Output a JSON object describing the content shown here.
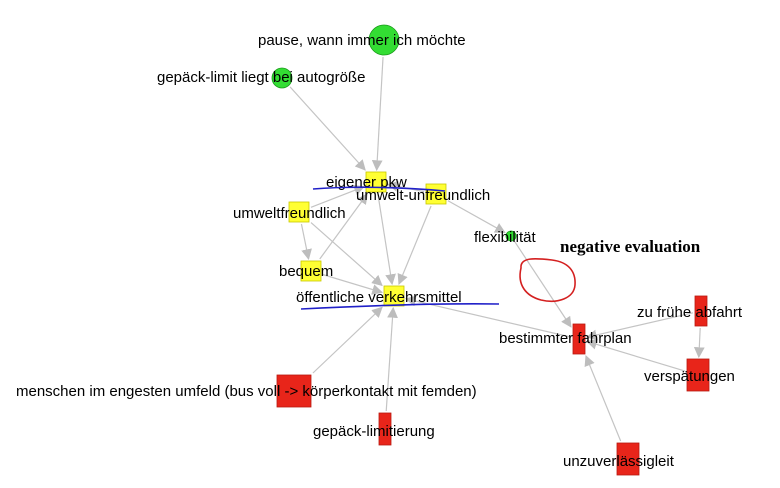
{
  "diagram": {
    "colors": {
      "positive": "#33dd33",
      "neutral": "#ffff33",
      "negative": "#e8251a",
      "edge": "#c4c4c4",
      "underline": "#2020c8",
      "annotation": "#d42020"
    },
    "nodes": [
      {
        "id": "pause",
        "label": "pause, wann immer ich möchte",
        "shape": "circle",
        "color": "positive"
      },
      {
        "id": "gepaeck_limit",
        "label": "gepäck-limit liegt bei autogröße",
        "shape": "circle",
        "color": "positive"
      },
      {
        "id": "eigener_pkw",
        "label": "eigener pkw",
        "shape": "square",
        "color": "neutral"
      },
      {
        "id": "umwelt_unfreundlich",
        "label": "umwelt-unfreundlich",
        "shape": "square",
        "color": "neutral"
      },
      {
        "id": "umweltfreundlich",
        "label": "umweltfreundlich",
        "shape": "square",
        "color": "neutral"
      },
      {
        "id": "flexibilitaet",
        "label": "flexibilität",
        "shape": "circle",
        "color": "positive"
      },
      {
        "id": "bequem",
        "label": "bequem",
        "shape": "square",
        "color": "neutral"
      },
      {
        "id": "oeffentliche",
        "label": "öffentliche verkehrsmittel",
        "shape": "square",
        "color": "neutral"
      },
      {
        "id": "zu_fruehe",
        "label": "zu frühe abfahrt",
        "shape": "rect",
        "color": "negative"
      },
      {
        "id": "bestimmter",
        "label": "bestimmter fahrplan",
        "shape": "rect",
        "color": "negative"
      },
      {
        "id": "verspaetungen",
        "label": "verspätungen",
        "shape": "rect",
        "color": "negative"
      },
      {
        "id": "menschen",
        "label": "menschen im engesten umfeld (bus voll -> körperkontakt mit femden)",
        "shape": "rect",
        "color": "negative"
      },
      {
        "id": "gepaeck_limitierung",
        "label": "gepäck-limitierung",
        "shape": "rect",
        "color": "negative"
      },
      {
        "id": "unzuverlaessig",
        "label": "unzuverlässigleit",
        "shape": "rect",
        "color": "negative"
      }
    ],
    "edges": [
      {
        "from": "pause",
        "to": "eigener_pkw"
      },
      {
        "from": "gepaeck_limit",
        "to": "eigener_pkw"
      },
      {
        "from": "umweltfreundlich",
        "to": "eigener_pkw"
      },
      {
        "from": "eigener_pkw",
        "to": "oeffentliche"
      },
      {
        "from": "umwelt_unfreundlich",
        "to": "eigener_pkw"
      },
      {
        "from": "umwelt_unfreundlich",
        "to": "oeffentliche"
      },
      {
        "from": "umwelt_unfreundlich",
        "to": "flexibilitaet"
      },
      {
        "from": "umweltfreundlich",
        "to": "bequem"
      },
      {
        "from": "umweltfreundlich",
        "to": "oeffentliche"
      },
      {
        "from": "bequem",
        "to": "oeffentliche"
      },
      {
        "from": "bequem",
        "to": "eigener_pkw"
      },
      {
        "from": "flexibilitaet",
        "to": "bestimmter"
      },
      {
        "from": "bestimmter",
        "to": "oeffentliche"
      },
      {
        "from": "zu_fruehe",
        "to": "bestimmter"
      },
      {
        "from": "zu_fruehe",
        "to": "verspaetungen"
      },
      {
        "from": "verspaetungen",
        "to": "bestimmter"
      },
      {
        "from": "unzuverlaessig",
        "to": "bestimmter"
      },
      {
        "from": "menschen",
        "to": "oeffentliche"
      },
      {
        "from": "gepaeck_limitierung",
        "to": "oeffentliche"
      }
    ],
    "annotation": {
      "text": "negative evaluation"
    }
  }
}
